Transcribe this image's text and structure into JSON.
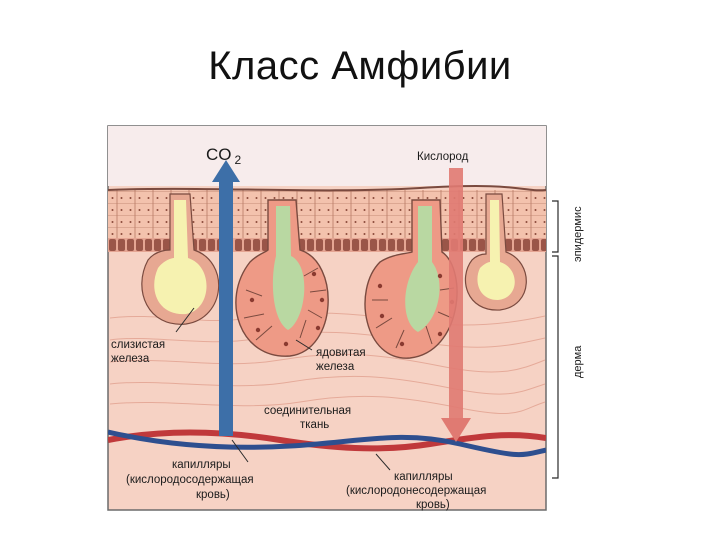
{
  "title": "Класс Амфибии",
  "labels": {
    "co2_main": "CO",
    "co2_sub": "2",
    "oxygen": "Кислород",
    "mucous_gland_line1": "слизистая",
    "mucous_gland_line2": "железа",
    "poison_gland_line1": "ядовитая",
    "poison_gland_line2": "железа",
    "connective_line1": "соединительная",
    "connective_line2": "ткань",
    "cap_left_line1": "капилляры",
    "cap_left_line2": "(кислородосодержащая",
    "cap_left_line3": "кровь)",
    "cap_right_line1": "капилляры",
    "cap_right_line2": "(кислородонесодержащая",
    "cap_right_line3": "кровь)",
    "epidermis": "эпидермис",
    "dermis": "дерма"
  },
  "colors": {
    "co2_arrow": "#3d6fa8",
    "oxygen_arrow": "#e07a72",
    "dermis_bg": "#f6d2c4",
    "epidermis": "#f2bfa8",
    "mucus": "#f6f2b0",
    "poison_cells": "#ee9a86",
    "poison_center": "#b9d8a2",
    "artery": "#c0393b",
    "vein": "#2e4f8f"
  }
}
